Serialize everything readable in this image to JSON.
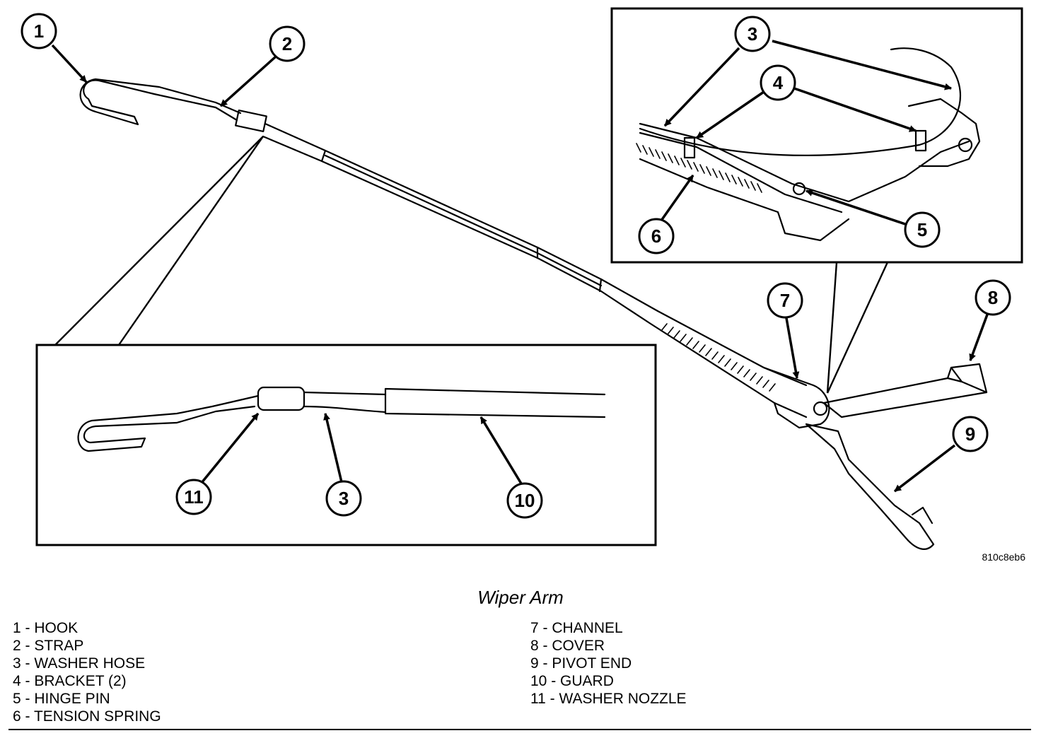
{
  "figure_code": "810c8eb6",
  "title": "Wiper Arm",
  "callouts": {
    "c1": "1",
    "c2": "2",
    "c3a": "3",
    "c4": "4",
    "c5": "5",
    "c6": "6",
    "c7": "7",
    "c8": "8",
    "c9": "9",
    "c11": "11",
    "c3b": "3",
    "c10": "10"
  },
  "legend_left": [
    "1 - HOOK",
    "2 - STRAP",
    "3 - WASHER HOSE",
    "4 - BRACKET (2)",
    "5 - HINGE PIN",
    "6 - TENSION SPRING"
  ],
  "legend_right": [
    "7 - CHANNEL",
    "8 - COVER",
    "9 - PIVOT END",
    "10 - GUARD",
    "11 - WASHER NOZZLE"
  ]
}
